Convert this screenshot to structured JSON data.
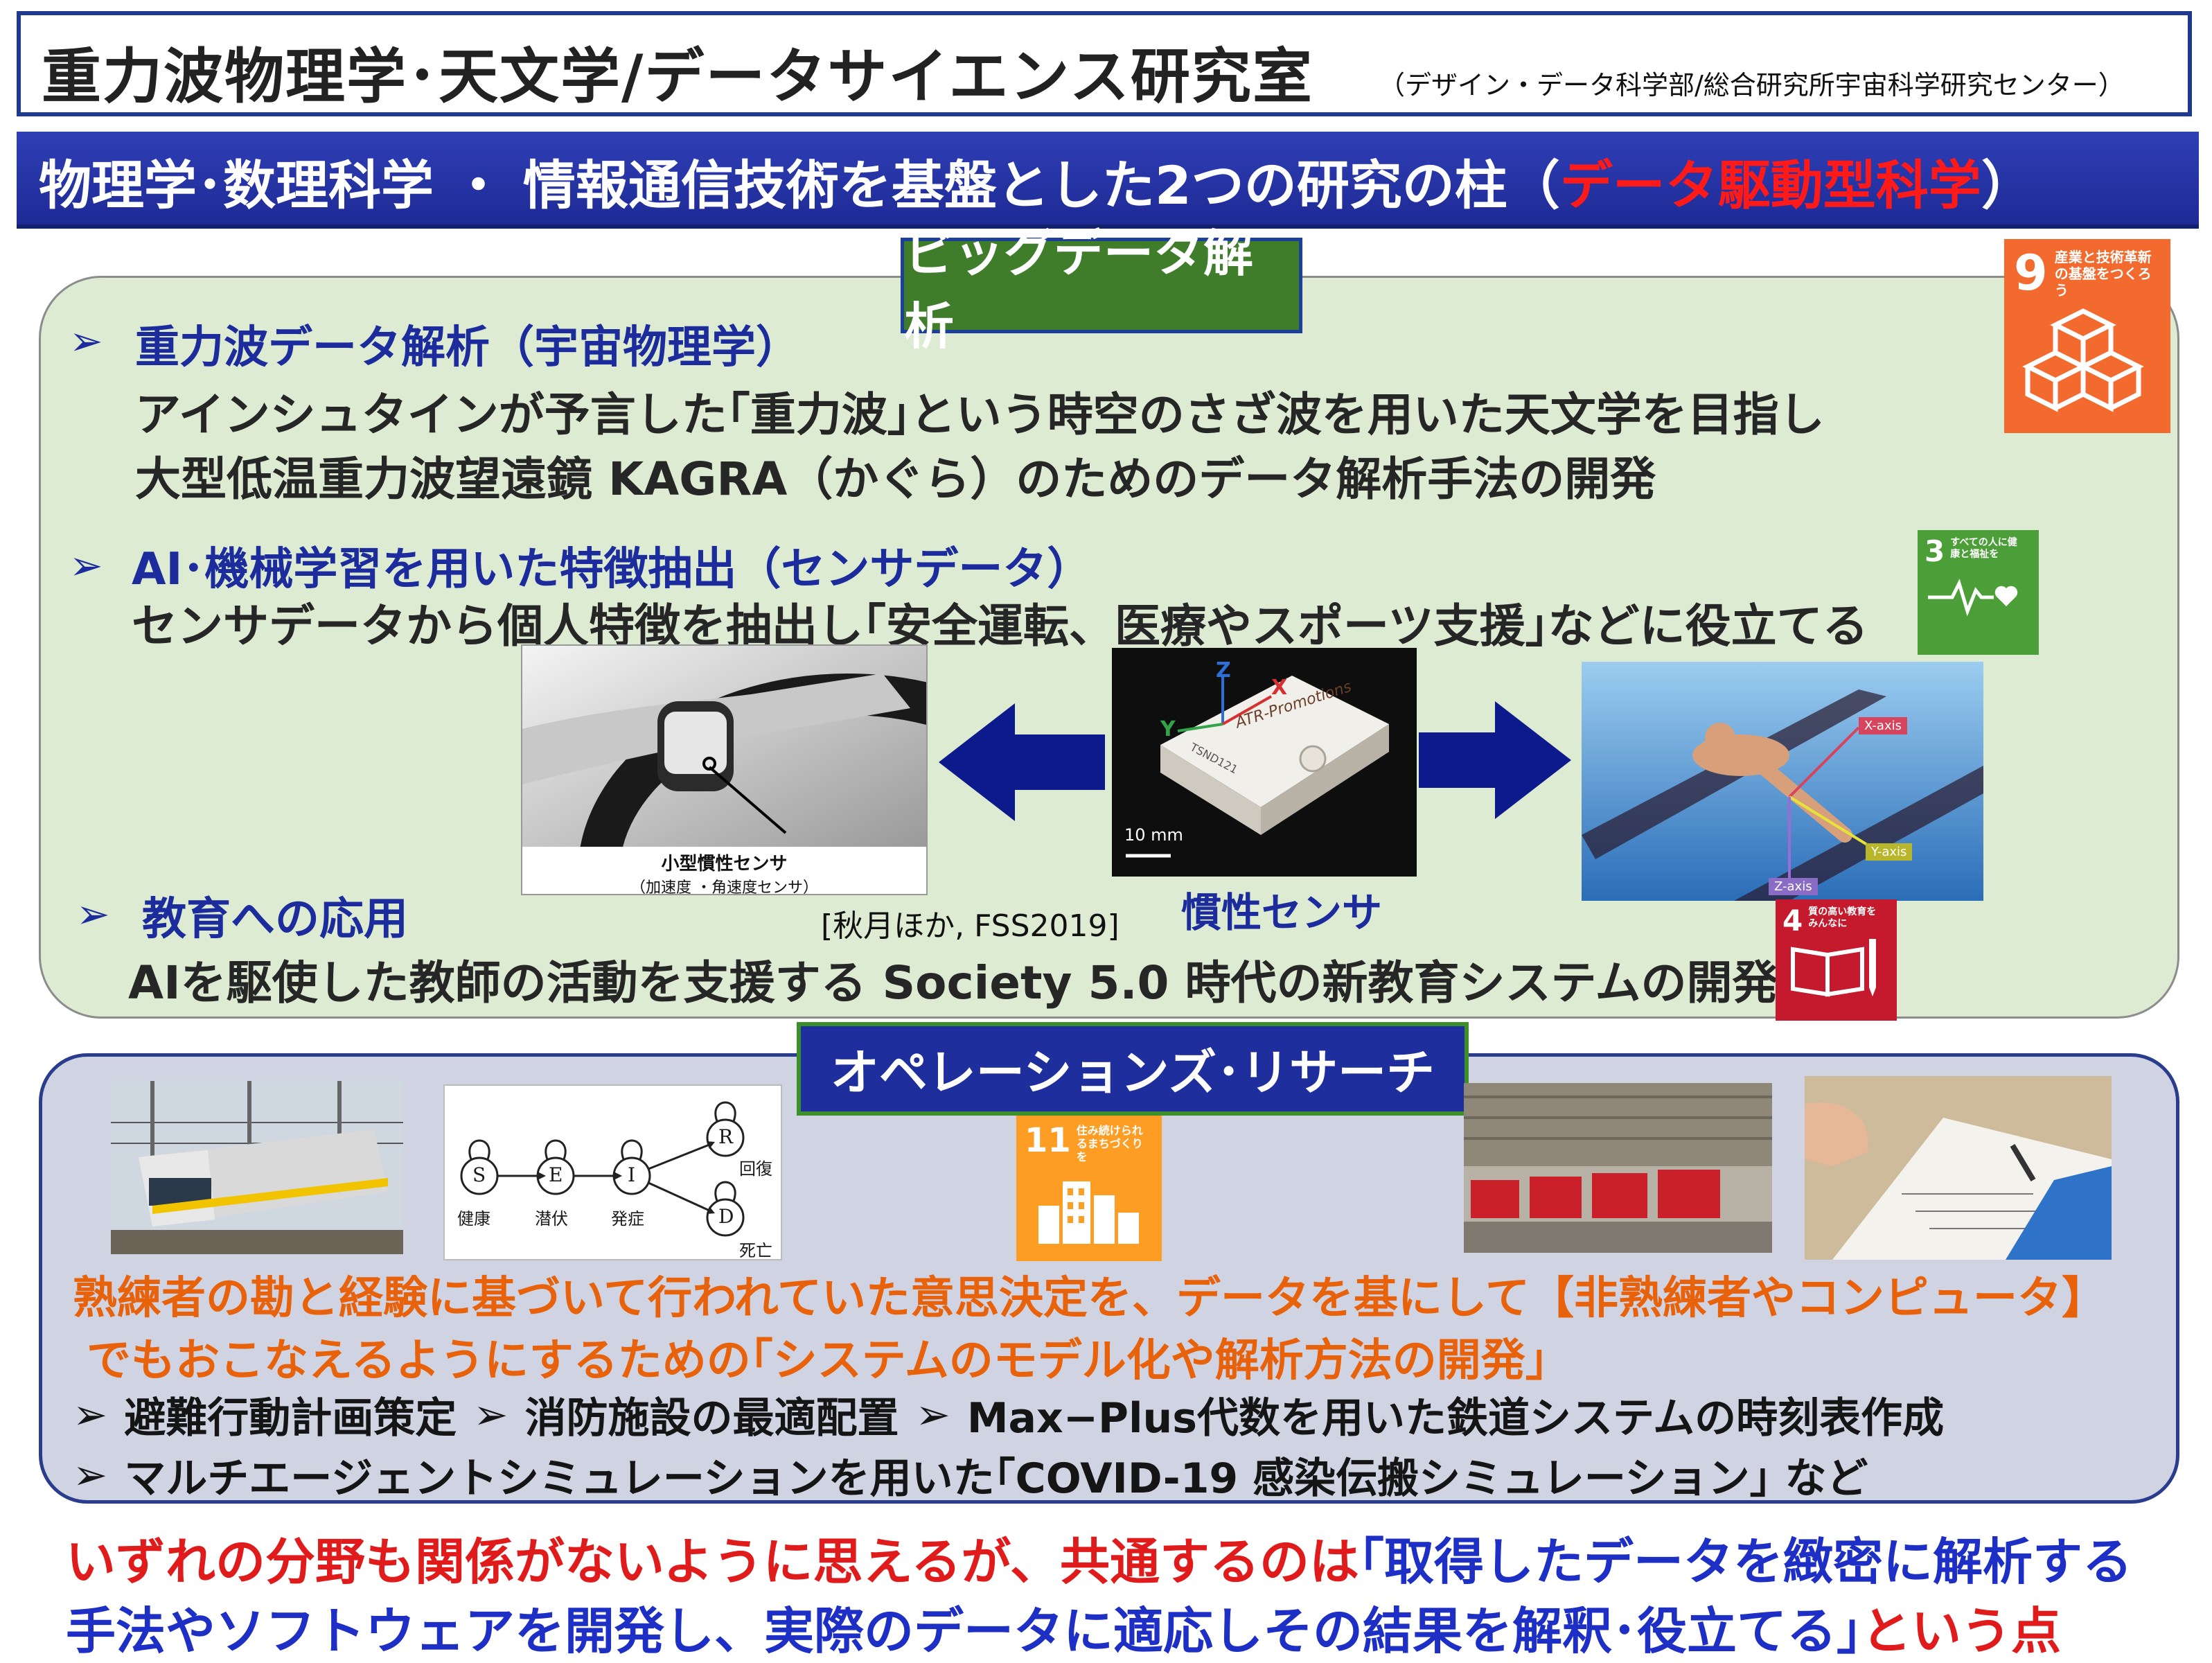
{
  "header": {
    "title": "重力波物理学･天文学/データサイエンス研究室",
    "subtitle": "（デザイン・データ科学部/総合研究所宇宙科学研究センター）"
  },
  "banner": {
    "text_main": "物理学･数理科学 ・ 情報通信技術を基盤とした2つの研究の柱（",
    "text_highlight": "データ駆動型科学",
    "text_end": "）"
  },
  "section1": {
    "tab": "ビッグデータ解析",
    "topic1": {
      "heading": "重力波データ解析（宇宙物理学）",
      "line1": "アインシュタインが予言した｢重力波｣という時空のさざ波を用いた天文学を目指し",
      "line2": "大型低温重力波望遠鏡 KAGRA（かぐら）のためのデータ解析手法の開発"
    },
    "topic2": {
      "heading": "AI･機械学習を用いた特徴抽出（センサデータ）",
      "line1": "センサデータから個人特徴を抽出し｢安全運転、医療やスポーツ支援｣などに役立てる"
    },
    "topic3": {
      "heading": "教育への応用",
      "line1": "AIを駆使した教師の活動を支援する Society 5.0 時代の新教育システムの開発"
    },
    "sensor_photo_caption": "小型慣性センサ",
    "sensor_photo_subcaption": "（加速度 ・角速度センサ）",
    "sensor_scale": "10 mm",
    "sensor_label": "慣性センサ",
    "sensor_print": "TSND121",
    "sensor_brand": "ATR-Promotions",
    "citation": "[秋月ほか, FSS2019]",
    "axes": {
      "x": "X",
      "y": "Y",
      "z": "Z"
    },
    "swim_axes": {
      "x": "X-axis",
      "y": "Y-axis",
      "z": "Z-axis"
    }
  },
  "sdg": {
    "goal9": {
      "num": "9",
      "label": "産業と技術革新の基盤をつくろう",
      "color": "#f26a2d"
    },
    "goal3": {
      "num": "3",
      "label": "すべての人に健康と福祉を",
      "color": "#4c9f38"
    },
    "goal4": {
      "num": "4",
      "label": "質の高い教育をみんなに",
      "color": "#c5192d"
    },
    "goal11": {
      "num": "11",
      "label": "住み続けられるまちづくりを",
      "color": "#fd9d24"
    }
  },
  "section2": {
    "tab": "オペレーションズ･リサーチ",
    "seir": {
      "nodes": [
        "S",
        "E",
        "I",
        "R",
        "D"
      ],
      "labels": [
        "健康",
        "潜伏",
        "発症",
        "回復",
        "死亡"
      ]
    },
    "line1": "熟練者の勘と経験に基づいて行われていた意思決定を、データを基にして【非熟練者やコンピュータ】",
    "line2": "でもおこなえるようにするための｢システムのモデル化や解析方法の開発｣",
    "items_row1": [
      "避難行動計画策定",
      "消防施設の最適配置",
      "Max−Plus代数を用いた鉄道システムの時刻表作成"
    ],
    "items_row2": "マルチエージェントシミュレーションを用いた｢COVID-19 感染伝搬シミュレーション｣ など"
  },
  "footer": {
    "l1_red": "いずれの分野も関係がないように思えるが、共通するのは",
    "l1_blue": "｢取得したデータを緻密に解析する",
    "l2_blue": "手法やソフトウェアを開発し、実際のデータに適応しその結果を解釈･役立てる｣",
    "l2_red": "という点"
  },
  "colors": {
    "accent_blue": "#1c2c9c",
    "accent_red": "#e01b1b",
    "accent_orange": "#e8620c",
    "panel_green": "#dcebd2",
    "panel_gray": "#cfd3e2"
  }
}
